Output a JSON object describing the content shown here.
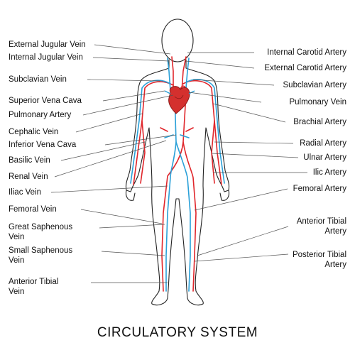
{
  "title": "CIRCULATORY SYSTEM",
  "colors": {
    "artery": "#e0262b",
    "vein": "#2aa0d8",
    "outline": "#222222",
    "leader": "#555555"
  },
  "labels": {
    "external_jugular_vein": "External Jugular Vein",
    "internal_jugular_vein": "Internal Jugular Vein",
    "subclavian_vein": "Subclavian Vein",
    "superior_vena_cava": "Superior Vena Cava",
    "pulmonary_artery": "Pulmonary Artery",
    "cephalic_vein": "Cephalic Vein",
    "inferior_vena_cava": "Inferior Vena Cava",
    "basilic_vein": "Basilic Vein",
    "renal_vein": "Renal Vein",
    "iliac_vein": "Iliac Vein",
    "femoral_vein": "Femoral Vein",
    "great_saphenous_vein": "Great Saphenous\nVein",
    "small_saphenous_vein": "Small Saphenous\nVein",
    "anterior_tibial_vein": "Anterior Tibial\nVein",
    "internal_carotid_artery": "Internal Carotid Artery",
    "external_carotid_artery": "External Carotid Artery",
    "subclavian_artery": "Subclavian Artery",
    "pulmonary_vein": "Pulmonary Vein",
    "brachial_artery": "Brachial Artery",
    "radial_artery": "Radial Artery",
    "ulnar_artery": "Ulnar Artery",
    "ilic_artery": "Ilic Artery",
    "femoral_artery": "Femoral Artery",
    "anterior_tibial_artery": "Anterior Tibial\nArtery",
    "posterior_tibial_artery": "Posterior Tibial\nArtery"
  }
}
